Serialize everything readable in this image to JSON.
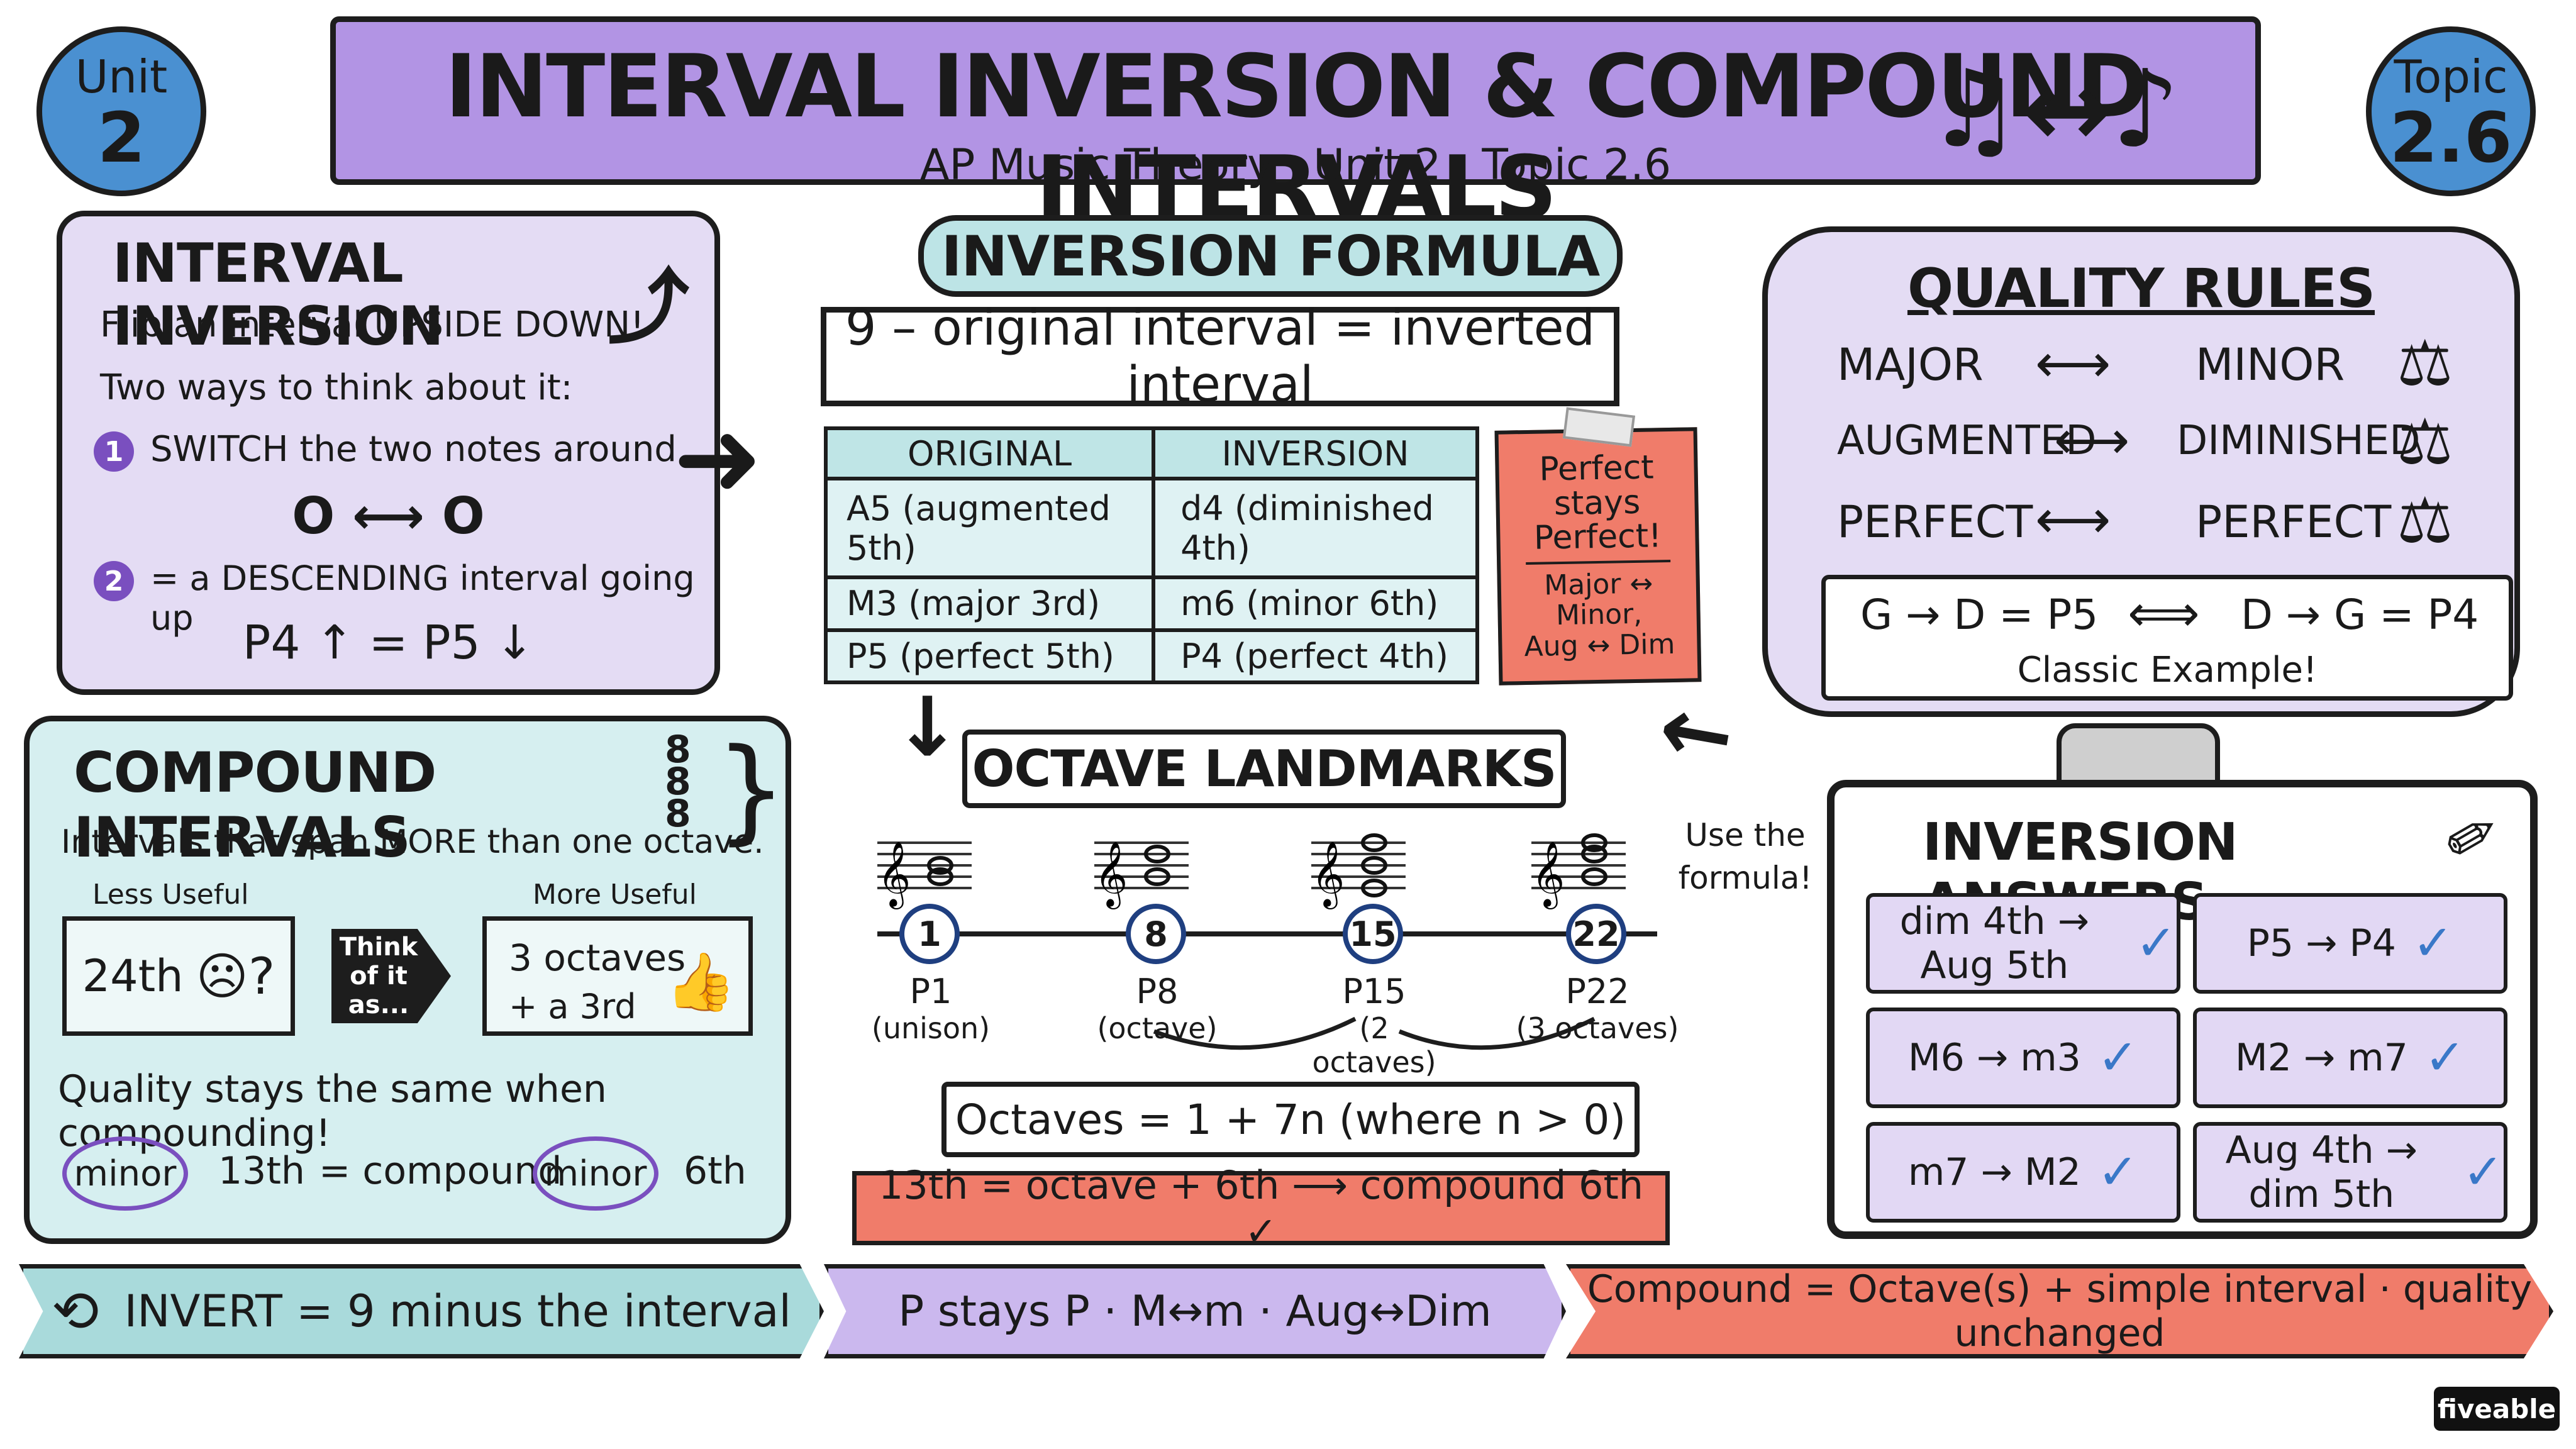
{
  "header": {
    "title": "INTERVAL INVERSION & COMPOUND INTERVALS",
    "subtitle": "AP Music Theory · Unit 2 · Topic 2.6",
    "notes_symbol": "♫↔♪",
    "unit_label": "Unit",
    "unit_number": "2",
    "topic_label": "Topic",
    "topic_number": "2.6"
  },
  "interval_inversion": {
    "title": "INTERVAL INVERSION",
    "line1": "Flip an interval UPSIDE DOWN!",
    "line2": "Two ways to think about it:",
    "step1_num": "1",
    "step1": "SWITCH the two notes around",
    "notes": "O ⟷ O",
    "step2_num": "2",
    "step2": "= a DESCENDING interval going up",
    "example": "P4 ↑ = P5 ↓"
  },
  "inversion_formula": {
    "title": "INVERSION FORMULA",
    "formula": "9 – original interval = inverted interval",
    "table_headers": [
      "ORIGINAL",
      "INVERSION"
    ],
    "rows": [
      [
        "A5 (augmented 5th)",
        "d4 (diminished 4th)"
      ],
      [
        "M3 (major 3rd)",
        "m6 (minor 6th)"
      ],
      [
        "P5 (perfect 5th)",
        "P4 (perfect 4th)"
      ]
    ],
    "note_lines": [
      "Perfect",
      "stays",
      "Perfect!",
      "Major ↔",
      "Minor,",
      "Aug ↔ Dim"
    ]
  },
  "quality_rules": {
    "title": "QUALITY RULES",
    "rules": [
      {
        "left": "MAJOR",
        "arrow": "⟷",
        "right": "MINOR"
      },
      {
        "left": "AUGMENTED",
        "arrow": "⟷",
        "right": "DIMINISHED"
      },
      {
        "left": "PERFECT",
        "arrow": "⟷",
        "right": "PERFECT"
      }
    ],
    "scale_icon": "⚖",
    "example_left": "G → D = P5",
    "example_arrow": "⟺",
    "example_right": "D → G = P4",
    "example_caption": "Classic Example!"
  },
  "compound_intervals": {
    "title": "COMPOUND INTERVALS",
    "definition": "Intervals that span MORE than one octave.",
    "less_useful_label": "Less Useful",
    "less_useful_value": "24th",
    "think_label": "Think of it as...",
    "more_useful_label": "More Useful",
    "more_useful_line1": "3 octaves",
    "more_useful_line2": "+ a 3rd",
    "quality_note": "Quality stays the same when compounding!",
    "example_parts": [
      "minor",
      "13th",
      "= compound",
      "minor",
      "6th"
    ]
  },
  "octave_landmarks": {
    "title": "OCTAVE LANDMARKS",
    "points": [
      {
        "num": "1",
        "label": "P1",
        "sub": "(unison)"
      },
      {
        "num": "8",
        "label": "P8",
        "sub": "(octave)"
      },
      {
        "num": "15",
        "label": "P15",
        "sub": "(2 octaves)"
      },
      {
        "num": "22",
        "label": "P22",
        "sub": "(3 octaves)"
      }
    ],
    "formula": "Octaves = 1 + 7n (where n > 0)",
    "example": "13th = octave + 6th ⟶ compound 6th ✓"
  },
  "use_formula": "Use the formula!",
  "inversion_answers": {
    "title": "INVERSION ANSWERS",
    "answers": [
      "dim 4th → Aug 5th",
      "P5 → P4",
      "M6 → m3",
      "M2 → m7",
      "m7 → M2",
      "Aug 4th → dim 5th"
    ],
    "check": "✓"
  },
  "footer": {
    "left": "INVERT = 9 minus the interval",
    "middle": "P stays P · M↔m · Aug↔Dim",
    "right": "Compound = Octave(s) + simple interval · quality unchanged",
    "colors": {
      "teal": "#a9dadb",
      "purple": "#cbb8ee",
      "red": "#f07c6a"
    }
  },
  "brand": "fiveable"
}
